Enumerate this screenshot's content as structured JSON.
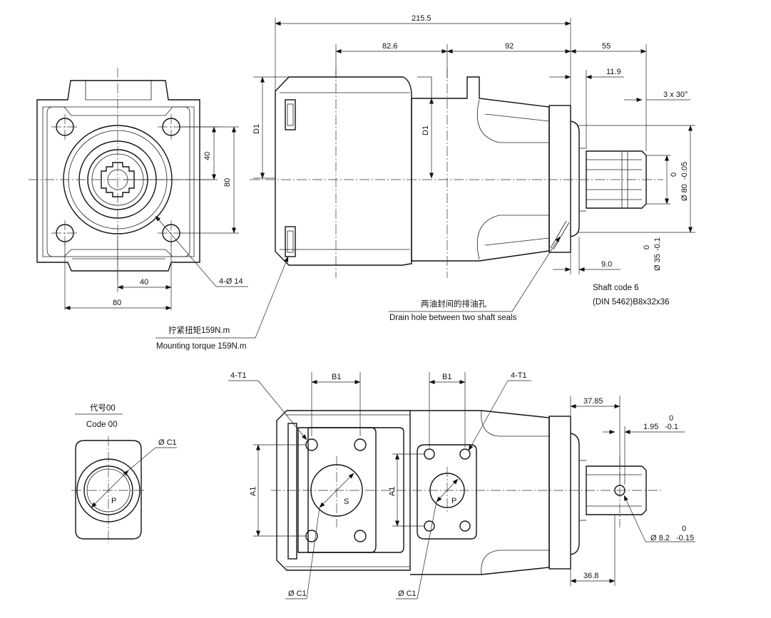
{
  "dimensions": {
    "overall_length": "215.5",
    "body_length": "82.6",
    "front_length": "92",
    "shaft_protrusion": "55",
    "shaft_step": "11.9",
    "chamfer": "3 x 30°",
    "pilot_diameter": "Ø 80",
    "pilot_tol_upper": "0",
    "pilot_tol_lower": "-0.05",
    "pilot_length": "9.0",
    "seal_diameter": "Ø 35",
    "seal_tol_upper": "0",
    "seal_tol_lower": "-0.1",
    "d1_left": "D1",
    "d1_right": "D1",
    "bolt_spacing_v": "40",
    "flange_v": "80",
    "bolt_spacing_h": "40",
    "flange_h": "80",
    "bolt_holes": "4-Ø 14",
    "key_position": "37.85",
    "key_width": "1.95",
    "key_tol_upper": "0",
    "key_tol_lower": "-0.1",
    "key_diameter": "Ø 8.2",
    "key_diam_tol_upper": "0",
    "key_diam_tol_lower": "-0.15",
    "key_offset": "36.8",
    "b1_left": "B1",
    "b1_right": "B1",
    "a1_left": "A1",
    "a1_right": "A1",
    "thread_left": "4-T1",
    "thread_right": "4-T1",
    "port_s": "S",
    "port_p": "P",
    "port_p_code": "P",
    "c1_left": "Ø C1",
    "c1_right": "Ø C1",
    "c1_code": "Ø C1"
  },
  "notes": {
    "shaft_code": "Shaft code 6",
    "shaft_spec": "(DIN 5462)B8x32x36",
    "drain_cn": "两油封间的排油孔",
    "drain_en": "Drain hole between two shaft seals",
    "torque_cn": "拧紧扭矩159N.m",
    "torque_en": "Mounting torque 159N.m",
    "code_cn": "代号00",
    "code_en": "Code 00"
  }
}
